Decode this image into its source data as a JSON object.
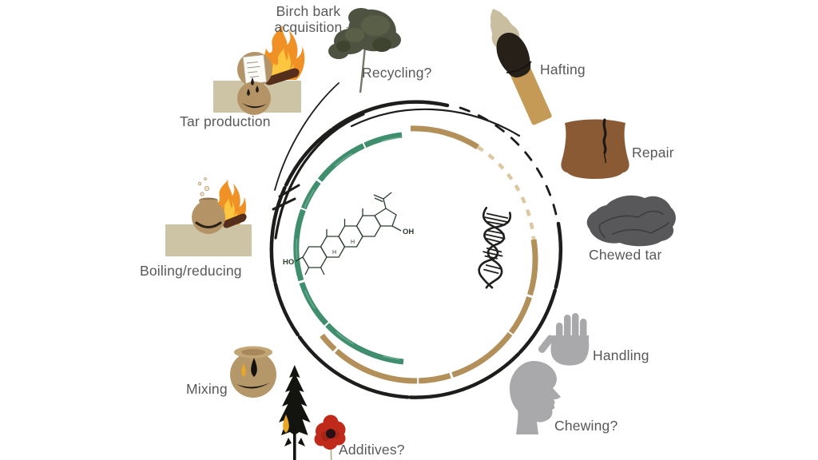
{
  "diagram": {
    "stages": [
      {
        "label": "Birch bark",
        "label_line2": "acquisition",
        "icon": "birch-tree-icon"
      },
      {
        "label": "Recycling?",
        "icon": ""
      },
      {
        "label": "Hafting",
        "icon": "hafted-stone-point-icon"
      },
      {
        "label": "Repair",
        "icon": "cracked-ceramic-vessel-icon"
      },
      {
        "label": "Chewed tar",
        "icon": "chewed-tar-lump-icon"
      },
      {
        "label": "Handling",
        "icon": "hand-silhouette-icon"
      },
      {
        "label": "Chewing?",
        "icon": "head-profile-silhouette-icon"
      },
      {
        "label": "Additives?",
        "icon": "pine-tree-resin-drop-icon, poppy-flower-icon"
      },
      {
        "label": "Mixing",
        "icon": "mixing-pot-tar-icon"
      },
      {
        "label": "Boiling/reducing",
        "icon": "pot-on-fire-icon"
      },
      {
        "label": "Tar production",
        "icon": "bark-mound-fire-icon"
      }
    ],
    "center": {
      "molecule": {
        "ho": "HO",
        "oh": "OH",
        "h": "H",
        "icon": "betulin-molecule-icon"
      },
      "dna": {
        "icon": "dna-helix-icon"
      }
    },
    "arcs": {
      "outer_color": "#1d1d1b",
      "green_color": "#3f8e6e",
      "tan_color": "#b3905a",
      "tan_faded_color": "#dcc9a2"
    },
    "colors": {
      "label_text": "#585858",
      "pot_tan": "#b49466",
      "platform_tan": "#cdc4a5",
      "fire_orange": "#f09126",
      "fire_yellow": "#fcc63e",
      "log_brown": "#562f1c",
      "vessel_brown": "#8a5a35",
      "tar_black": "#1e1b17",
      "lump_gray": "#58585a",
      "silhouette_gray": "#a9a9ab",
      "poppy_red": "#bf2a1a",
      "resin_amber": "#e8a825",
      "tree_olive": "#4d5340"
    }
  }
}
